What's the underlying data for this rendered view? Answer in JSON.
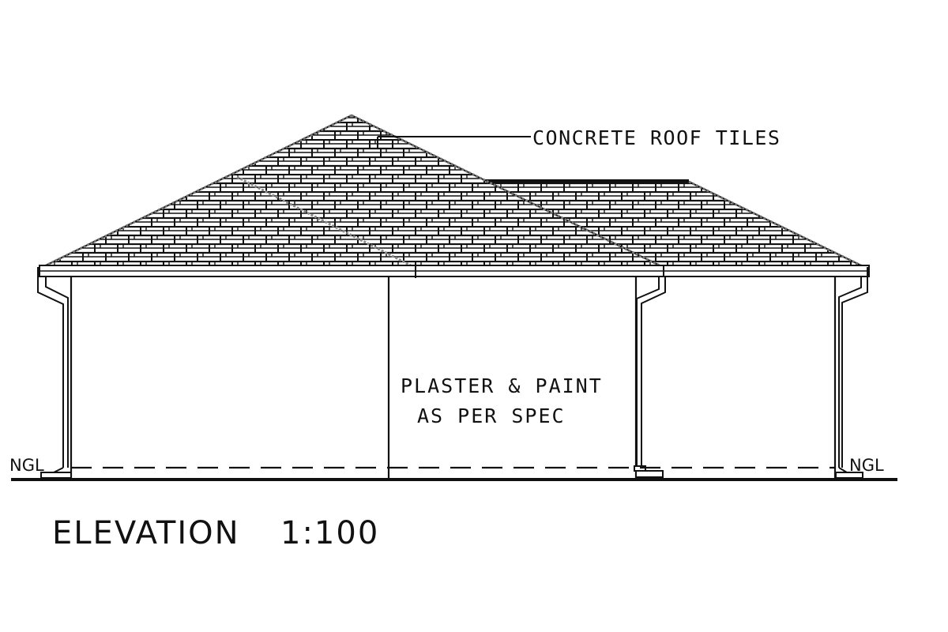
{
  "drawing": {
    "title": "ELEVATION",
    "scale": "1:100",
    "line_color": "#111111",
    "background": "#ffffff"
  },
  "annotations": {
    "roof": "CONCRETE ROOF TILES",
    "walls_line1": "PLASTER & PAINT",
    "walls_line2": "AS PER SPEC",
    "ngl_left": "NGL",
    "ngl_right": "NGL"
  }
}
